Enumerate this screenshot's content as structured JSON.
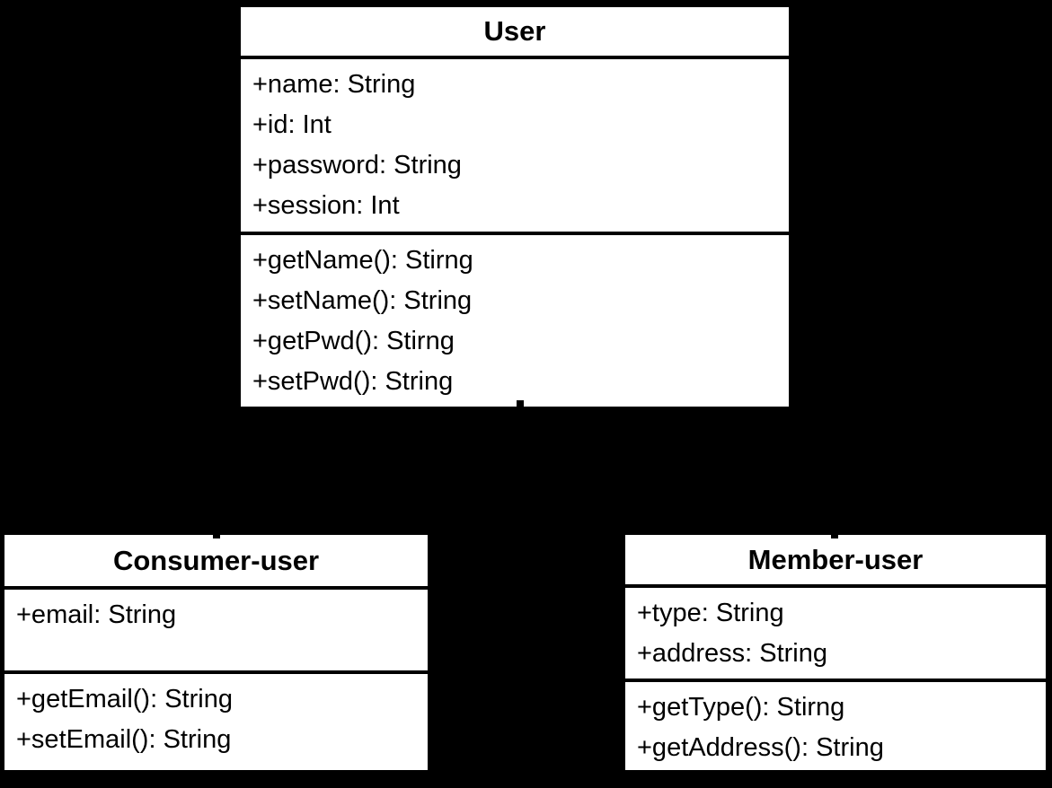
{
  "colors": {
    "background": "#000000",
    "box_fill": "#ffffff",
    "line": "#000000",
    "text": "#000000"
  },
  "diagram": {
    "type": "uml-class-diagram",
    "classes": [
      {
        "name": "User",
        "attributes": [
          "+name: String",
          "+id: Int",
          "+password: String",
          "+session: Int"
        ],
        "methods": [
          "+getName(): Stirng",
          "+setName(): String",
          "+getPwd(): Stirng",
          "+setPwd(): String"
        ]
      },
      {
        "name": "Consumer-user",
        "attributes": [
          "+email: String"
        ],
        "methods": [
          "+getEmail(): String",
          "+setEmail(): String"
        ]
      },
      {
        "name": "Member-user",
        "attributes": [
          "+type: String",
          "+address: String"
        ],
        "methods": [
          "+getType(): Stirng",
          "+getAddress(): String"
        ]
      }
    ]
  }
}
